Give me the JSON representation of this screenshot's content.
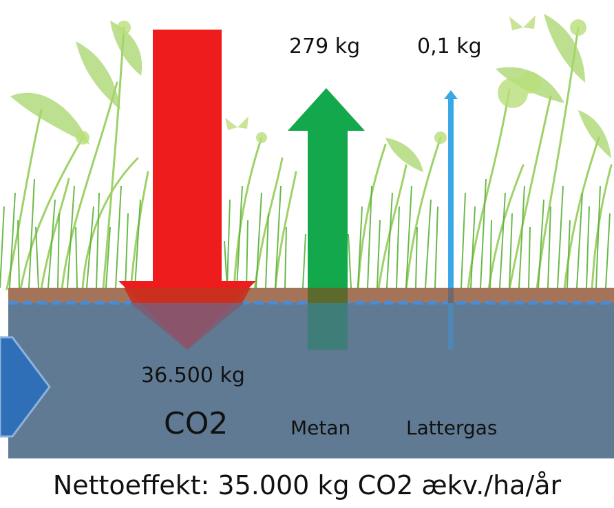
{
  "co2": {
    "gas": "CO2",
    "value": "36.500 kg"
  },
  "methane": {
    "gas": "Metan",
    "value": "279 kg"
  },
  "nitrous": {
    "gas": "Lattergas",
    "value": "0,1 kg"
  },
  "net_effect": "Nettoeffekt: 35.000 kg CO2 ækv./ha/år",
  "colors": {
    "co2_arrow": "#ee1c1c",
    "methane_arrow": "#13a84c",
    "nitrous_arrow": "#3aa8e6",
    "soil": "#a4745a",
    "water": "#5f7a92",
    "water_line": "#3f8ee0",
    "side_arrow": "#2f6fb8",
    "vegetation": "#7bc043"
  },
  "icons": [
    "meadow-vegetation",
    "butterfly-icon",
    "down-arrow-icon",
    "up-arrow-icon",
    "right-chevron-icon"
  ]
}
